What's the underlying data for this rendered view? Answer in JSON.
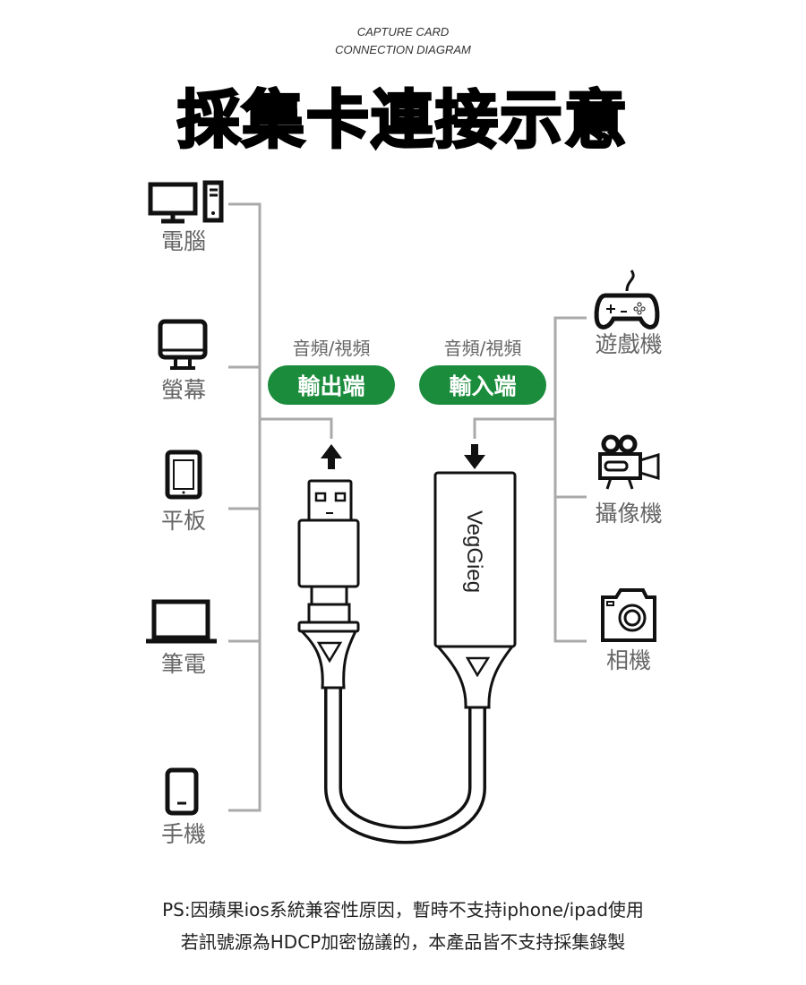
{
  "header": {
    "subtitle_line1": "CAPTURE CARD",
    "subtitle_line2": "CONNECTION DIAGRAM",
    "title": "採集卡連接示意"
  },
  "sources": [
    {
      "label": "電腦",
      "icon": "desktop-pc-icon"
    },
    {
      "label": "螢幕",
      "icon": "monitor-icon"
    },
    {
      "label": "平板",
      "icon": "tablet-icon"
    },
    {
      "label": "筆電",
      "icon": "laptop-icon"
    },
    {
      "label": "手機",
      "icon": "phone-icon"
    }
  ],
  "targets": [
    {
      "label": "遊戲機",
      "icon": "gamepad-icon"
    },
    {
      "label": "攝像機",
      "icon": "video-camera-icon"
    },
    {
      "label": "相機",
      "icon": "camera-icon"
    }
  ],
  "output_port": {
    "caption": "音頻/視頻",
    "label": "輸出端"
  },
  "input_port": {
    "caption": "音頻/視頻",
    "label": "輸入端"
  },
  "device": {
    "brand": "VegGieg"
  },
  "colors": {
    "accent": "#1b8c3c"
  },
  "note": {
    "line1": "PS:因蘋果ios系統兼容性原因，暫時不支持iphone/ipad使用",
    "line2": "若訊號源為HDCP加密協議的，本產品皆不支持採集錄製"
  }
}
